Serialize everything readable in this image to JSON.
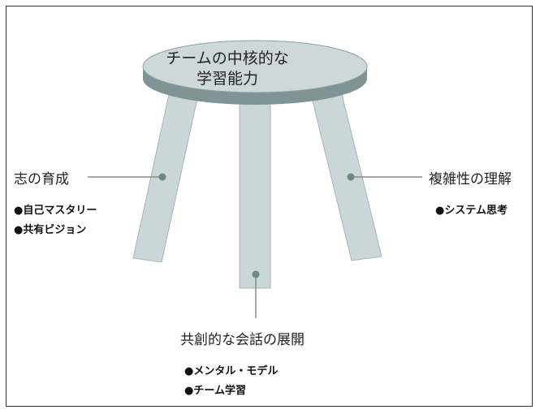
{
  "seat": {
    "line1": "チームの中核的な",
    "line2": "学習能力"
  },
  "left": {
    "title": "志の育成",
    "items": [
      "●自己マスタリー",
      "●共有ビジョン"
    ]
  },
  "right": {
    "title": "複雑性の理解",
    "items": [
      "●システム思考"
    ]
  },
  "bottom": {
    "title": "共創的な会話の展開",
    "items": [
      "●メンタル・モデル",
      "●チーム学習"
    ]
  },
  "colors": {
    "seat_top": "#cfd8d8",
    "seat_edge": "#7f9595",
    "leg": "#cbd6d6",
    "leg_stroke": "#a7b6b6",
    "line": "#8a8a8a",
    "dot": "#6f8787"
  }
}
